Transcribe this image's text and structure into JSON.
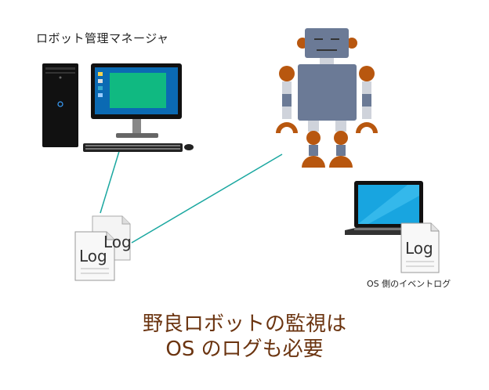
{
  "manager_label": "ロボット管理マネージャ",
  "os_caption": "OS 側のイベントログ",
  "doc_label": "Log",
  "caption_line1": "野良ロボットの監視は",
  "caption_line2": "OS のログも必要",
  "colors": {
    "connector": "#1aa7a0",
    "robot_body": "#6b7a96",
    "robot_joint": "#b8570f",
    "caption": "#6b3410",
    "screen": "#10b981"
  }
}
